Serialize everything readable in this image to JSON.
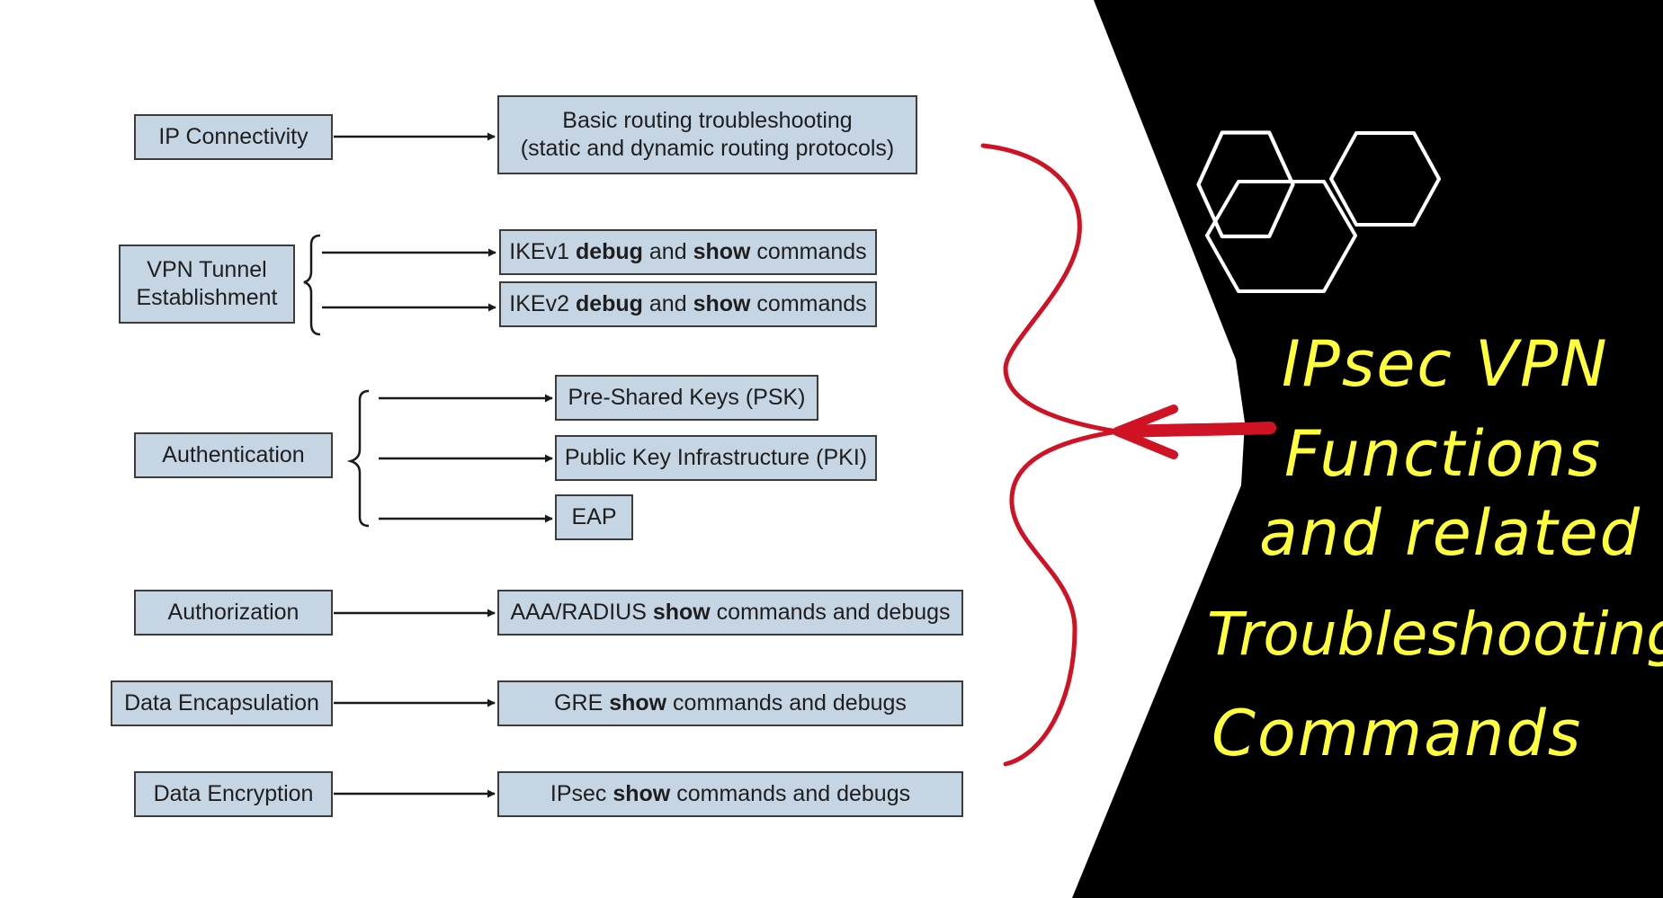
{
  "diagram": {
    "rows": [
      {
        "id": "ip",
        "label": "IP Connectivity",
        "targets": [
          {
            "lines": [
              "Basic routing troubleshooting",
              "(static and dynamic routing protocols)"
            ]
          }
        ]
      },
      {
        "id": "vpn",
        "label_lines": [
          "VPN Tunnel",
          "Establishment"
        ],
        "targets": [
          {
            "parts": [
              {
                "t": "IKEv1 ",
                "b": false
              },
              {
                "t": "debug",
                "b": true
              },
              {
                "t": " and ",
                "b": false
              },
              {
                "t": "show",
                "b": true
              },
              {
                "t": " commands",
                "b": false
              }
            ]
          },
          {
            "parts": [
              {
                "t": "IKEv2 ",
                "b": false
              },
              {
                "t": "debug",
                "b": true
              },
              {
                "t": " and ",
                "b": false
              },
              {
                "t": "show",
                "b": true
              },
              {
                "t": " commands",
                "b": false
              }
            ]
          }
        ]
      },
      {
        "id": "auth",
        "label": "Authentication",
        "targets": [
          {
            "text": "Pre-Shared Keys (PSK)"
          },
          {
            "text": "Public Key Infrastructure (PKI)"
          },
          {
            "text": "EAP"
          }
        ]
      },
      {
        "id": "authz",
        "label": "Authorization",
        "targets": [
          {
            "parts": [
              {
                "t": "AAA/RADIUS ",
                "b": false
              },
              {
                "t": "show",
                "b": true
              },
              {
                "t": " commands and debugs",
                "b": false
              }
            ]
          }
        ]
      },
      {
        "id": "encap",
        "label": "Data Encapsulation",
        "targets": [
          {
            "parts": [
              {
                "t": "GRE ",
                "b": false
              },
              {
                "t": "show",
                "b": true
              },
              {
                "t": " commands and debugs",
                "b": false
              }
            ]
          }
        ]
      },
      {
        "id": "encr",
        "label": "Data Encryption",
        "targets": [
          {
            "parts": [
              {
                "t": "IPsec ",
                "b": false
              },
              {
                "t": "show",
                "b": true
              },
              {
                "t": " commands and debugs",
                "b": false
              }
            ]
          }
        ]
      }
    ]
  },
  "panel": {
    "background": "#000000",
    "handwriting_color": "#ffff3c",
    "lines": [
      "IPsec VPN",
      "Functions",
      "and related",
      "Troubleshooting",
      "Commands"
    ],
    "icon": "hexagon-pair-icon"
  },
  "annotation": {
    "brace_color": "#d01225",
    "arrow_color": "#d01225",
    "box_fill": "#c5d5e4",
    "box_border": "#3c3c3c"
  }
}
